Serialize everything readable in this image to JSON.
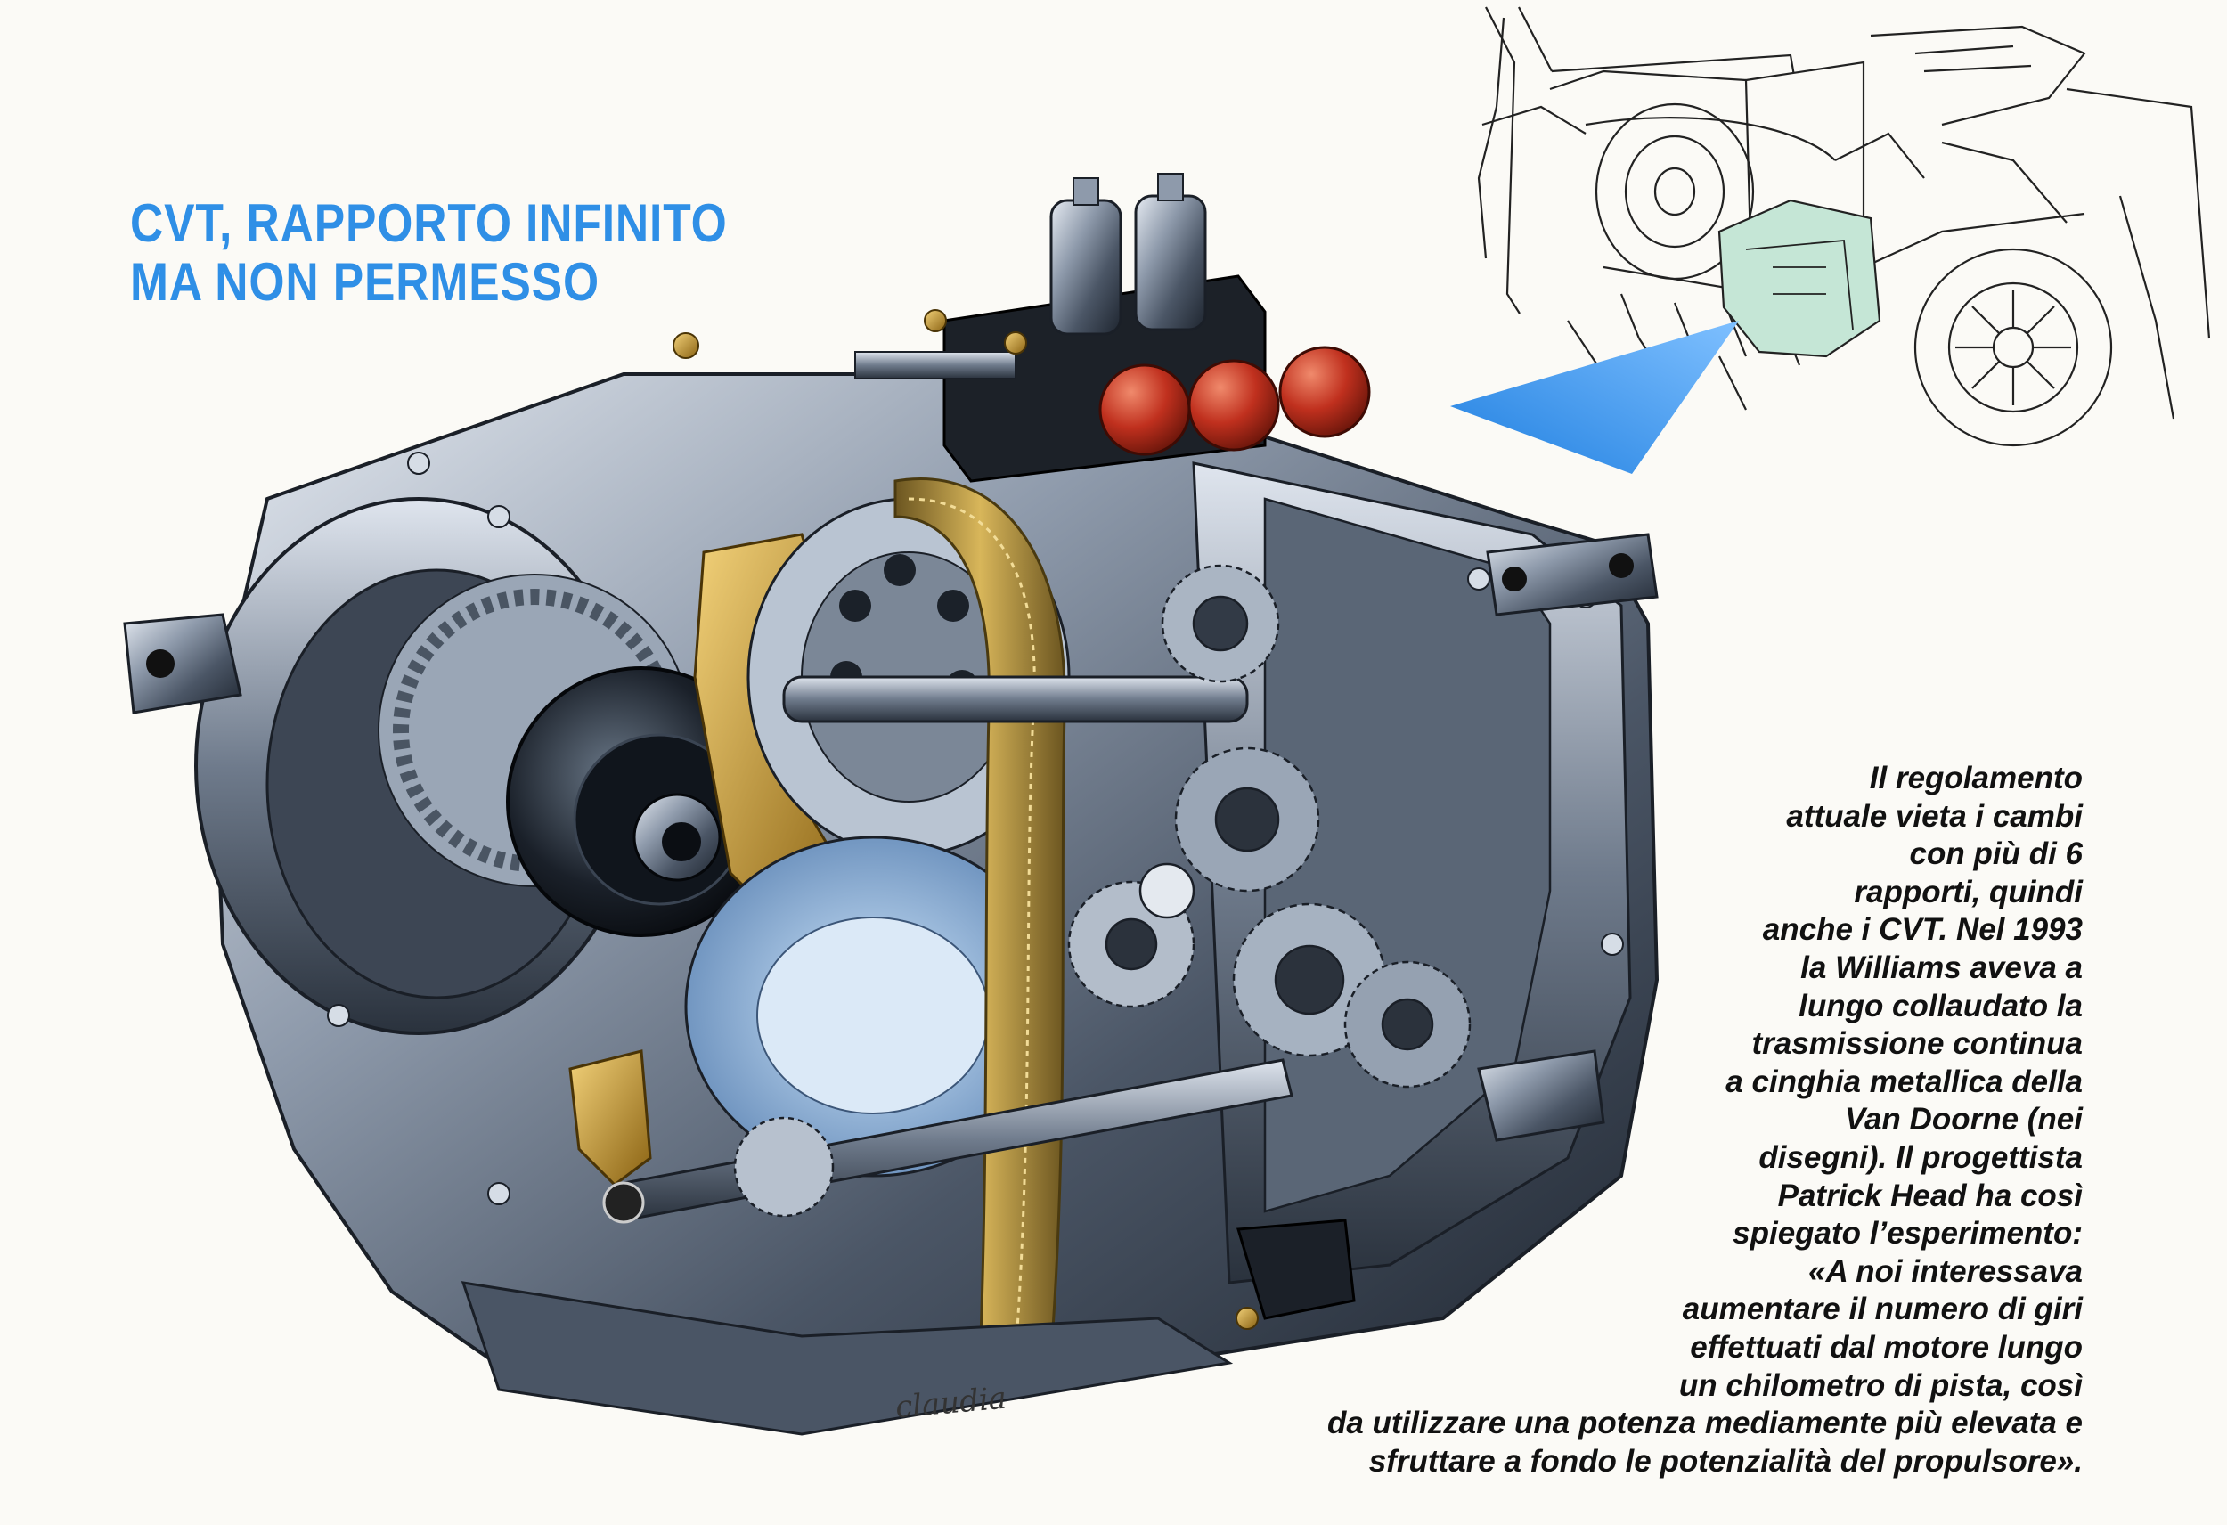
{
  "headline": {
    "line1": "CVT, RAPPORTO INFINITO",
    "line2": "MA NON PERMESSO"
  },
  "caption": {
    "lines": [
      "Il regolamento",
      "attuale vieta i cambi",
      "con più di 6",
      "rapporti, quindi",
      "anche i CVT. Nel 1993",
      "la Williams aveva a",
      "lungo collaudato la",
      "trasmissione continua",
      "a cinghia metallica della",
      "Van Doorne (nei",
      "disegni). Il progettista",
      "Patrick Head ha così",
      "spiegato l’esperimento:",
      "«A noi interessava",
      "aumentare il numero di giri",
      "effettuati dal motore lungo",
      "un chilometro di pista, così",
      "da utilizzare una potenza mediamente più elevata e",
      "sfruttare a fondo le potenzialità del propulsore»."
    ]
  },
  "signature": "claudia",
  "colors": {
    "headline": "#2f8fe6",
    "pointer": "#1f7fe0",
    "highlight": "#c5e6d6",
    "caps": "#c0301e",
    "belt": "#b8963a",
    "brass": "#c99a2e"
  }
}
